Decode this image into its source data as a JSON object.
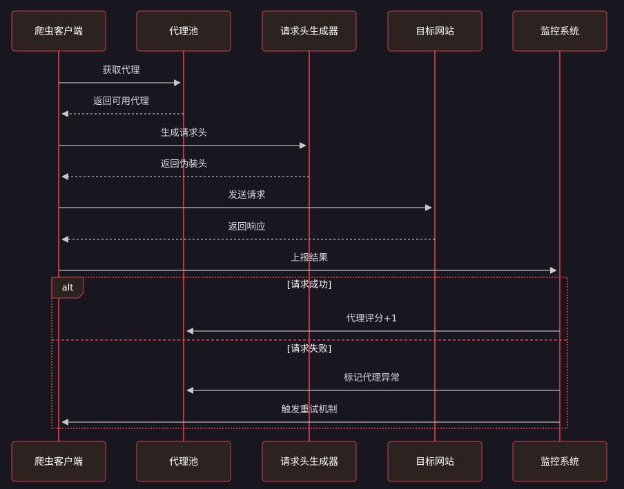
{
  "participants": [
    "爬虫客户端",
    "代理池",
    "请求头生成器",
    "目标网站",
    "监控系统"
  ],
  "messages": [
    {
      "from": 0,
      "to": 1,
      "label": "获取代理",
      "dashed": false
    },
    {
      "from": 1,
      "to": 0,
      "label": "返回可用代理",
      "dashed": true
    },
    {
      "from": 0,
      "to": 2,
      "label": "生成请求头",
      "dashed": false
    },
    {
      "from": 2,
      "to": 0,
      "label": "返回伪装头",
      "dashed": true
    },
    {
      "from": 0,
      "to": 3,
      "label": "发送请求",
      "dashed": false
    },
    {
      "from": 3,
      "to": 0,
      "label": "返回响应",
      "dashed": true
    },
    {
      "from": 0,
      "to": 4,
      "label": "上报结果",
      "dashed": false
    },
    {
      "from": 4,
      "to": 1,
      "label": "代理评分+1",
      "dashed": false
    },
    {
      "from": 4,
      "to": 1,
      "label": "标记代理异常",
      "dashed": false
    },
    {
      "from": 4,
      "to": 0,
      "label": "触发重试机制",
      "dashed": false
    }
  ],
  "alt": {
    "label": "alt",
    "conditions": [
      "[请求成功]",
      "[请求失败]"
    ]
  },
  "colors": {
    "accent": "#e5424e",
    "background": "#18161f",
    "actor_fill": "#2c2220"
  }
}
